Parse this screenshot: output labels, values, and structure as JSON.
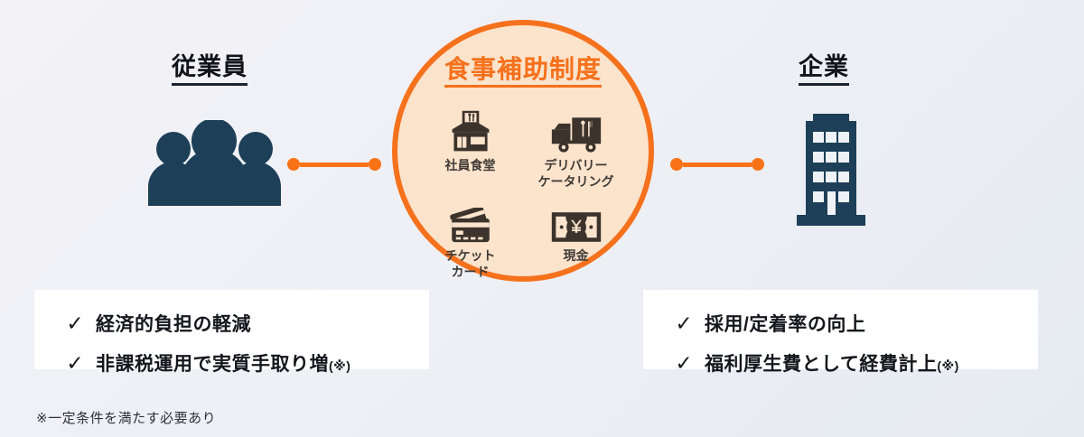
{
  "background": {
    "from": "#f3f2f7",
    "to": "#e6ebf2"
  },
  "colors": {
    "orange": "#F5711C",
    "orange_dot": "#F97316",
    "circle_fill": "#FBE3CC",
    "navy": "#1d3f58",
    "text_dark": "#14171c",
    "card_bg": "#ffffff"
  },
  "left": {
    "title": "従業員",
    "icon": "people-group-icon"
  },
  "right": {
    "title": "企業",
    "icon": "office-building-icon"
  },
  "hub": {
    "title": "食事補助制度",
    "items": [
      {
        "icon": "restaurant-storefront-icon",
        "label": "社員食堂"
      },
      {
        "icon": "delivery-truck-icon",
        "label": "デリバリー\nケータリング"
      },
      {
        "icon": "ticket-card-icon",
        "label": "チケット\nカード"
      },
      {
        "icon": "cash-banknote-yen-icon",
        "label": "現金"
      }
    ]
  },
  "connectors": {
    "left_label": "employee-to-hub-connector",
    "right_label": "hub-to-company-connector"
  },
  "cards": {
    "employee": {
      "check": "✓",
      "benefits": [
        {
          "text": "経済的負担の軽減",
          "note": ""
        },
        {
          "text": "非課税運用で実質手取り増",
          "note": "(※)"
        }
      ]
    },
    "company": {
      "check": "✓",
      "benefits": [
        {
          "text": "採用/定着率の向上",
          "note": ""
        },
        {
          "text": "福利厚生費として経費計上",
          "note": "(※)"
        }
      ]
    }
  },
  "footnote": "※一定条件を満たす必要あり"
}
